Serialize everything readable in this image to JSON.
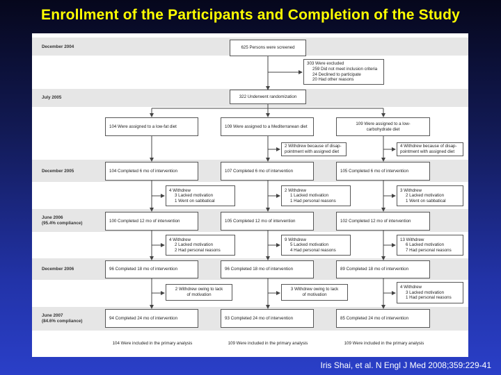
{
  "title": "Enrollment of the Participants and Completion of the Study",
  "citation": "Iris Shai,  et al. N Engl J Med 2008;359:229-41",
  "periods": {
    "p1": "December 2004",
    "p2": "July 2005",
    "p3": "December 2005",
    "p4a": "June 2006",
    "p4b": "(95.4% compliance)",
    "p5": "December 2006",
    "p6a": "June 2007",
    "p6b": "(84.6% compliance)"
  },
  "screened": "625 Persons were screened",
  "excluded": {
    "head": "303 Were excluded",
    "l1": "259 Did not meet inclusion criteria",
    "l2": "24 Declined to participate",
    "l3": "20 Had other reasons"
  },
  "randomized": "322 Underwent randomization",
  "assigned": {
    "a": "104 Were assigned to a low-fat diet",
    "b": "109 Were assigned to a Mediterranean diet",
    "c1": "109 Were assigned to a low-",
    "c2": "carbohydrate diet"
  },
  "withdraw_early": {
    "b1": "2 Withdrew because of disap-",
    "b2": "pointment with assigned diet",
    "c1": "4 Withdrew because of disap-",
    "c2": "pointment with assigned diet"
  },
  "completed6": {
    "a": "104 Completed 6 mo of intervention",
    "b": "107 Completed 6 mo of intervention",
    "c": "105 Completed 6 mo of intervention"
  },
  "withdraw2": {
    "a": [
      "4 Withdrew",
      "3 Lacked motivation",
      "1 Went on sabbatical"
    ],
    "b": [
      "2 Withdrew",
      "1 Lacked motivation",
      "1 Had personal reasons"
    ],
    "c": [
      "3 Withdrew",
      "2 Lacked motivation",
      "1 Went on sabbatical"
    ]
  },
  "completed12": {
    "a": "100 Completed 12 mo of intervention",
    "b": "105 Completed 12 mo of intervention",
    "c": "102 Completed 12 mo of intervention"
  },
  "withdraw3": {
    "a": [
      "4 Withdrew",
      "2 Lacked motivation",
      "2 Had personal reasons"
    ],
    "b": [
      "9 Withdrew",
      "5 Lacked motivation",
      "4 Had personal reasons"
    ],
    "c": [
      "13 Withdrew",
      "6 Lacked motivation",
      "7 Had personal reasons"
    ]
  },
  "completed18": {
    "a": "96 Completed 18 mo of intervention",
    "b": "96 Completed 18 mo of intervention",
    "c": "89 Completed 18 mo of intervention"
  },
  "withdraw4": {
    "a1": "2 Withdrew owing to lack",
    "a2": "of motivation",
    "b1": "3 Withdrew owing to lack",
    "b2": "of motivation",
    "c": [
      "4 Withdrew",
      "3 Lacked motivation",
      "1 Had personal reasons"
    ]
  },
  "completed24": {
    "a": "94 Completed 24 mo of intervention",
    "b": "93 Completed 24 mo of intervention",
    "c": "85 Completed 24 mo of intervention"
  },
  "analysis": {
    "a": "104 Were included in the primary analysis",
    "b": "109 Were included in the primary analysis",
    "c": "109 Were included in the primary analysis"
  }
}
